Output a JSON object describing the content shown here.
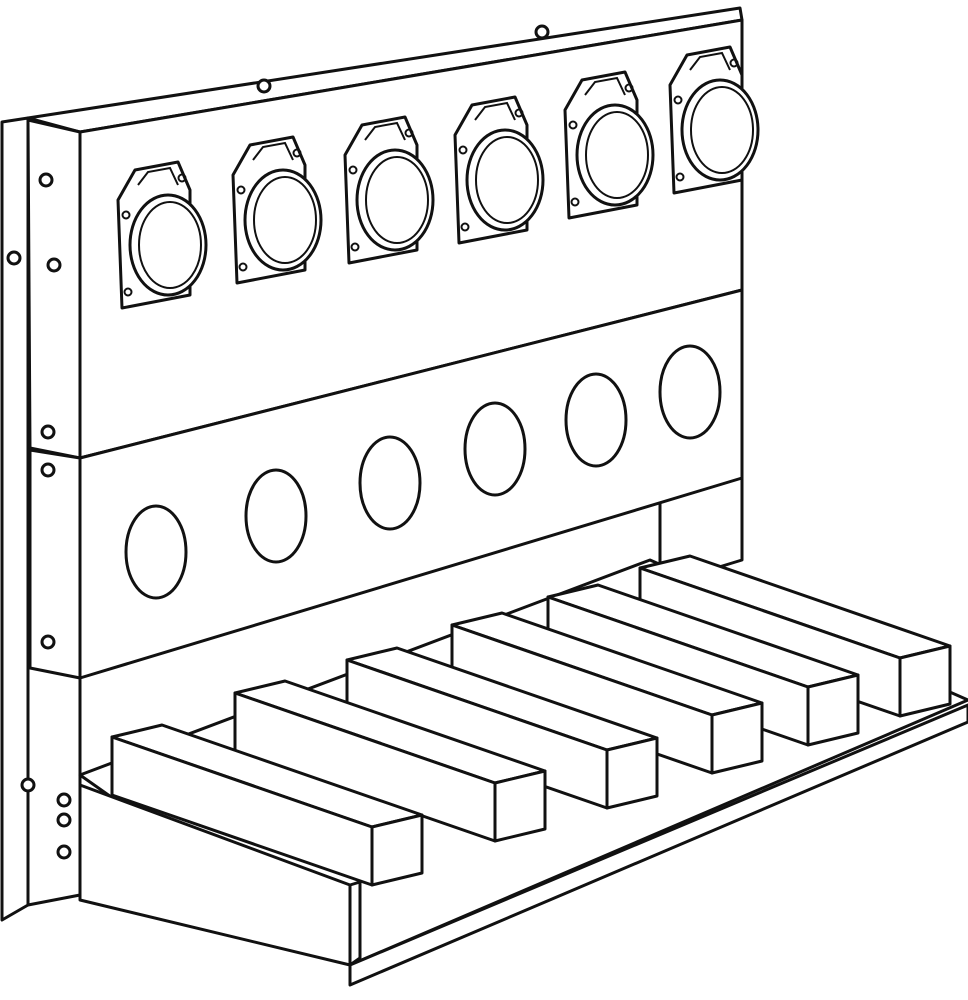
{
  "colors": {
    "line": "#111111",
    "background": "#ffffff"
  },
  "illustration": {
    "socket_count": 6,
    "cable_hole_count": 6,
    "tray_block_count": 6
  }
}
